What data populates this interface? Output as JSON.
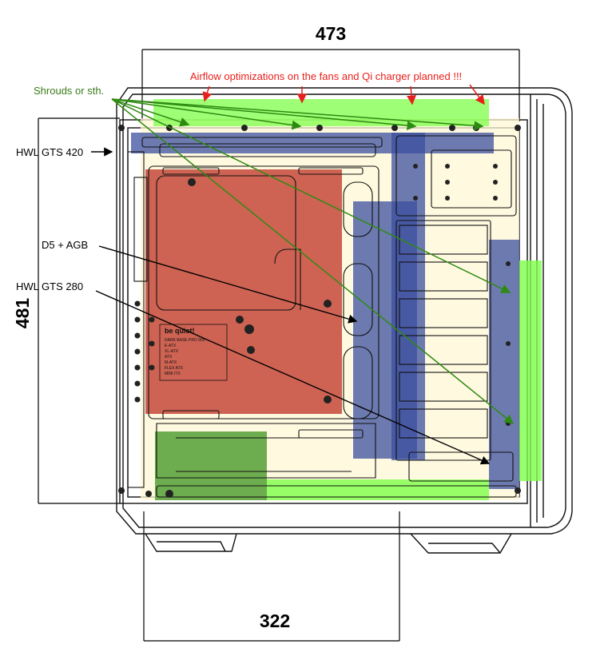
{
  "dimensions": {
    "width_top": "473",
    "height_left": "481",
    "width_bottom": "322"
  },
  "annotations": {
    "airflow_note": "Airflow optimizations on the fans and Qi charger planned !!!",
    "shrouds_note": "Shrouds or sth.",
    "hwl_gts_420": "HWL GTS 420",
    "d5_agb": "D5 + AGB",
    "hwl_gts_280": "HWL GTS 280"
  },
  "motherboard_label": {
    "brand": "be quiet!",
    "lines": [
      "DARK BASE PRO 900",
      "E-ATX",
      "XL-ATX",
      "ATX",
      "M-ATX",
      "FLEX ATX",
      "MINI ITX"
    ]
  },
  "colors": {
    "airflow_note": "#e8201c",
    "shrouds_note": "#3a7d1a",
    "fan_zone": "#7dff4a",
    "radiator_zone": "#3c4fa0",
    "motherboard_zone": "#c0392b",
    "psu_zone": "#4a9a2a",
    "case_fill": "#fff7d6",
    "green_arrow": "#2f8a12",
    "red_arrow": "#e8201c",
    "black_arrow": "#000000"
  }
}
